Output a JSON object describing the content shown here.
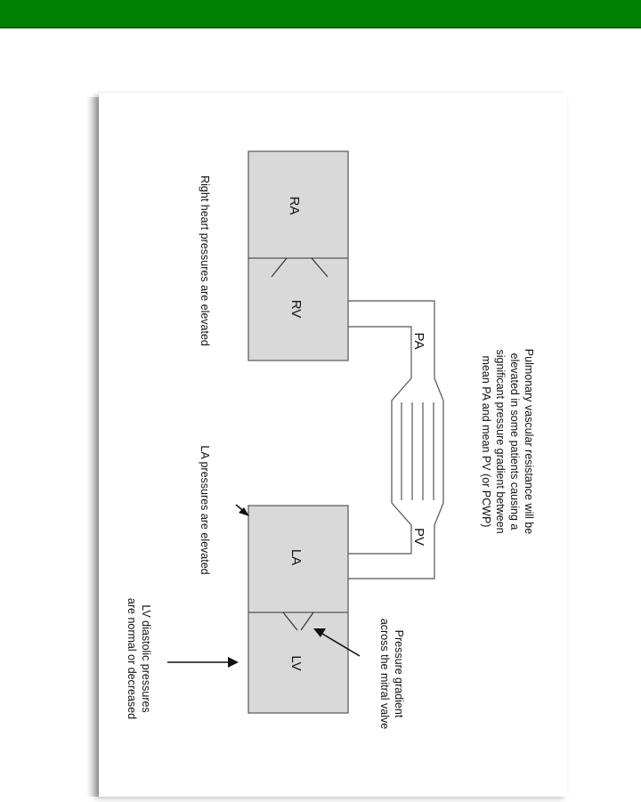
{
  "header": {
    "bar_color": "#008000"
  },
  "diagram": {
    "chambers": {
      "ra": "RA",
      "rv": "RV",
      "la": "LA",
      "lv": "LV"
    },
    "vessels": {
      "pa": "PA",
      "pv": "PV"
    },
    "notes": {
      "right_heart": "Right heart pressures are elevated",
      "la": "LA pressures are elevated",
      "lv_line1": "LV diastolic pressures",
      "lv_line2": "are normal or decreased",
      "gradient_line1": "Pressure gradient",
      "gradient_line2": "across the mitral valve",
      "pvr_line1": "Pulmonary vascular resistance will be",
      "pvr_line2": "elevated in some patients causing a",
      "pvr_line3": "significant pressure gradient between",
      "pvr_line4": "mean PA and mean PV (or PCWP)"
    }
  }
}
